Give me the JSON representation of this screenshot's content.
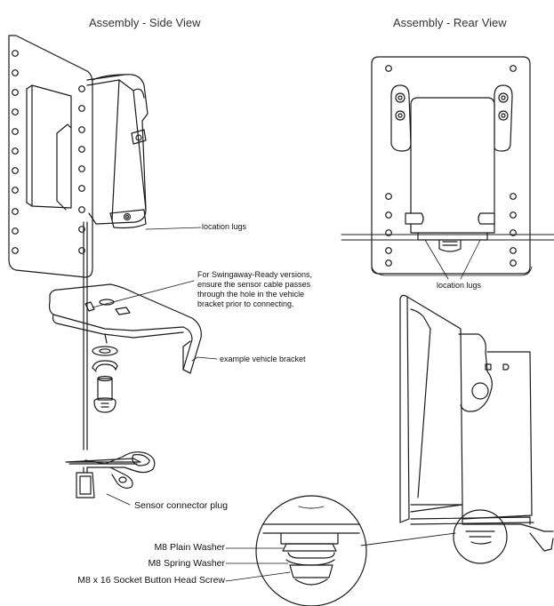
{
  "titles": {
    "side_view": "Assembly - Side View",
    "rear_view": "Assembly - Rear View"
  },
  "callouts": {
    "location_lugs_side": "location lugs",
    "swingaway_note": [
      "For Swingaway-Ready versions,",
      "ensure the sensor cable passes",
      "through the hole in the vehicle",
      "bracket prior to connecting."
    ],
    "example_vehicle_bracket": "example vehicle bracket",
    "sensor_connector_plug": "Sensor connector plug",
    "location_lugs_rear": "location lugs",
    "m8_plain_washer": "M8 Plain Washer",
    "m8_spring_washer": "M8 Spring Washer",
    "m8_screw": "M8 x 16 Socket Button Head Screw"
  },
  "colors": {
    "line": "#1a1a1a",
    "text": "#111111"
  },
  "icons": [
    "scissors-icon"
  ]
}
